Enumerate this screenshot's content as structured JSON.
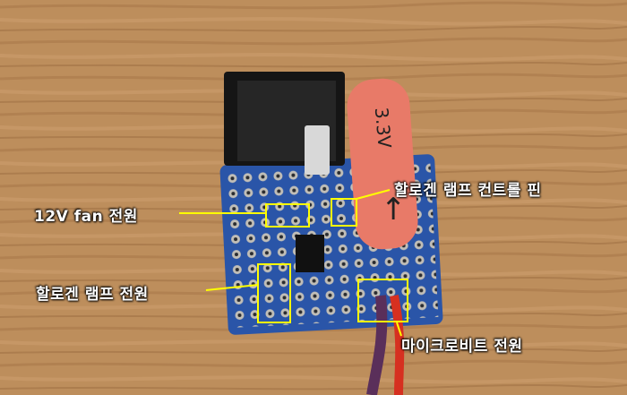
{
  "annotations": {
    "fan_power": "12V fan 전원",
    "lamp_control_pin": "할로겐 램프 컨트롤 핀",
    "lamp_power": "할로겐 램프 전원",
    "microbit_power": "마이크로비트 전원"
  },
  "board": {
    "sleeve_text": "3.3V"
  },
  "colors": {
    "annotation": "#ffff00",
    "label_text": "#ffffff",
    "pcb": "#2a55a8",
    "sleeve": "#e87a68",
    "wood": "#b98a58"
  }
}
